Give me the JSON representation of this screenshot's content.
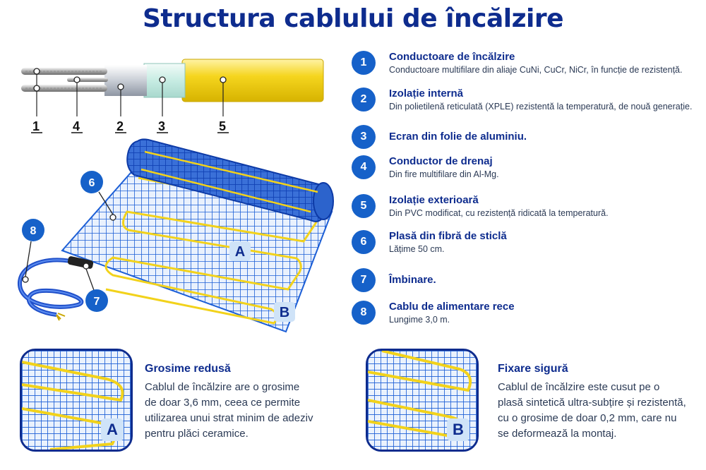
{
  "title": "Structura cablului de încălzire",
  "cable_callouts": [
    "1",
    "4",
    "2",
    "3",
    "5"
  ],
  "mat_callouts": {
    "mesh": "6",
    "cold_lead": "8",
    "joint": "7",
    "zone_a": "A",
    "zone_b": "B"
  },
  "legend": [
    {
      "num": "1",
      "title": "Conductoare de încălzire",
      "desc": "Conductoare multifilare din aliaje CuNi, CuCr, NiCr, în funcție de rezistență."
    },
    {
      "num": "2",
      "title": "Izolație internă",
      "desc": "Din polietilenă reticulată (XPLE) rezistentă la temperatură, de nouă generație."
    },
    {
      "num": "3",
      "title": "Ecran din folie de aluminiu.",
      "desc": ""
    },
    {
      "num": "4",
      "title": "Conductor de drenaj",
      "desc": "Din fire multifilare din Al-Mg."
    },
    {
      "num": "5",
      "title": "Izolație exterioară",
      "desc": "Din PVC modificat, cu rezistență ridicată la temperatură."
    },
    {
      "num": "6",
      "title": "Plasă din fibră de sticlă",
      "desc": "Lățime 50 cm."
    },
    {
      "num": "7",
      "title": "Îmbinare.",
      "desc": ""
    },
    {
      "num": "8",
      "title": "Cablu de alimentare rece",
      "desc": "Lungime 3,0 m."
    }
  ],
  "features": [
    {
      "badge": "A",
      "title": "Grosime redusă",
      "lines": [
        "Cablul de încălzire are o grosime",
        "de doar 3,6 mm, ceea ce permite",
        "utilizarea unui strat minim de adeziv",
        "pentru plăci ceramice."
      ]
    },
    {
      "badge": "B",
      "title": "Fixare sigură",
      "lines": [
        "Cablul de încălzire este cusut pe o",
        "plasă sintetică ultra-subțire și rezistentă,",
        "cu o grosime de doar 0,2 mm, care nu",
        "se deformează la montaj."
      ]
    }
  ],
  "colors": {
    "navy": "#0e2c8e",
    "badge_blue": "#1661c9",
    "mesh_blue": "#1d5fd6",
    "cable_yellow": "#f2d21b",
    "light_badge": "#cfe3f8"
  }
}
